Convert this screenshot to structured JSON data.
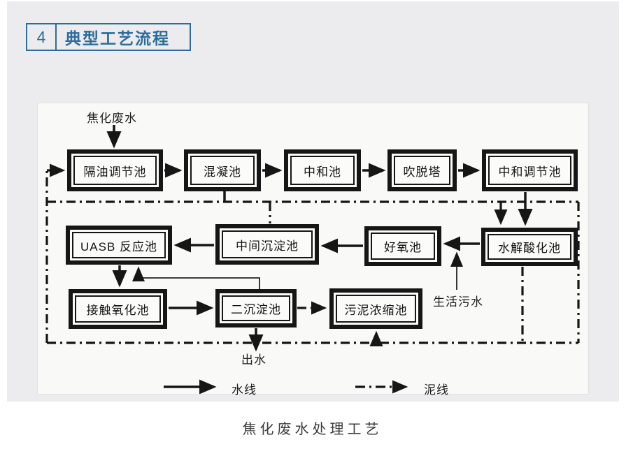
{
  "header": {
    "number": "4",
    "title": "典型工艺流程"
  },
  "diagram": {
    "input_label": "焦化废水",
    "nodes": [
      {
        "label": "隔油调节池"
      },
      {
        "label": "混凝池"
      },
      {
        "label": "中和池"
      },
      {
        "label": "吹脱塔"
      },
      {
        "label": "中和调节池"
      },
      {
        "label": "UASB 反应池"
      },
      {
        "label": "中间沉淀池"
      },
      {
        "label": "好氧池"
      },
      {
        "label": "水解酸化池"
      },
      {
        "label": "接触氧化池"
      },
      {
        "label": "二沉淀池"
      },
      {
        "label": "污泥浓缩池"
      }
    ],
    "annotations": {
      "domestic_sewage": "生活污水",
      "effluent": "出水"
    },
    "legend": {
      "water_line": "水线",
      "sludge_line": "泥线"
    },
    "caption": "焦化废水处理工艺"
  },
  "colors": {
    "accent": "#2d6d9a",
    "ink": "#161616",
    "panel_bg": "#ececee",
    "card_bg": "#f9f9f8"
  }
}
